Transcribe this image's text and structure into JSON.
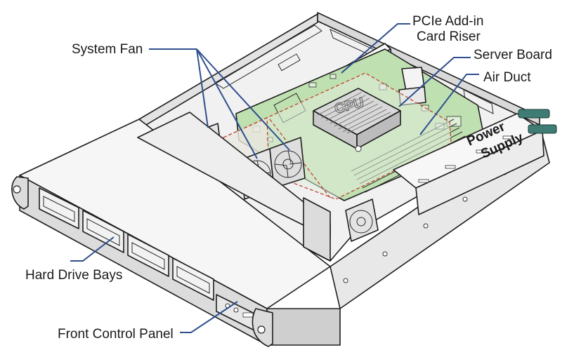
{
  "labels": {
    "pcie_riser_line1": "PCIe Add-in",
    "pcie_riser_line2": "Card Riser",
    "server_board": "Server Board",
    "air_duct": "Air Duct",
    "system_fan": "System Fan",
    "hard_drive_bays": "Hard Drive Bays",
    "front_control_panel": "Front Control Panel"
  },
  "components": {
    "cpu": "CPU",
    "psu_line1": "Power",
    "psu_line2": "Supply"
  },
  "colors": {
    "leader_line": "#2f4f8f",
    "board_green": "#bfe0b0",
    "air_duct_fill": "#e2eddc",
    "duct_outline": "#c0392b"
  }
}
